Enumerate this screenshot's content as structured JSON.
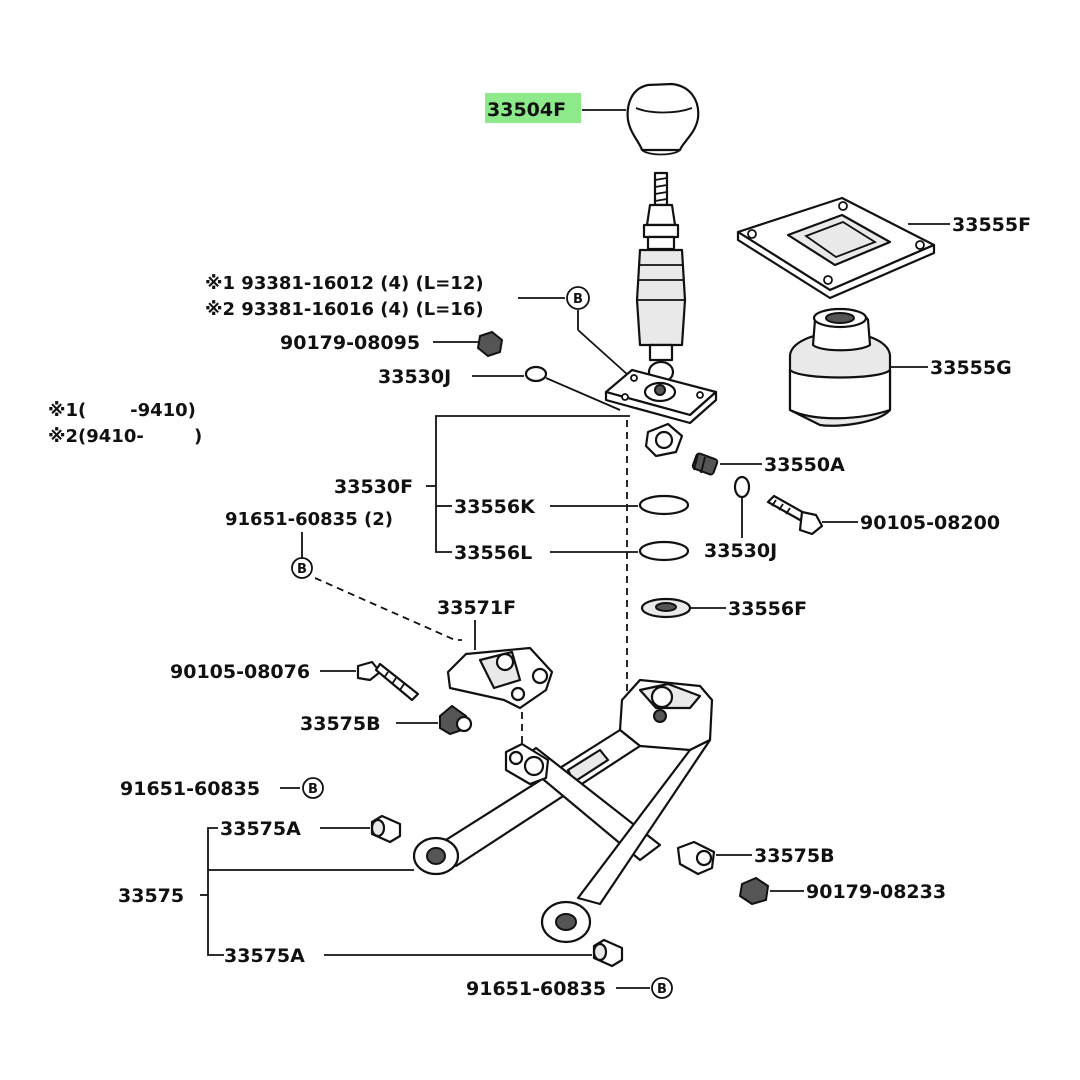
{
  "parts": {
    "knob": "33504F",
    "plate": "33555F",
    "boot": "33555G",
    "oring_upper": "33530J",
    "lever_assy": "33530F",
    "seat_k": "33556K",
    "seat_l": "33556L",
    "spring": "33550A",
    "oring_lower": "33530J",
    "bolt_right": "90105-08200",
    "nut_upper": "90179-08095",
    "washer": "33556F",
    "retainer": "33571F",
    "bolt_left": "90105-08076",
    "bush_b_left": "33575B",
    "bush_a_upper": "33575A",
    "bracket": "33575",
    "bush_a_lower": "33575A",
    "bush_b_right": "33575B",
    "nut_lower": "90179-08233",
    "clip_upper": "91651-60835 (2)",
    "clip_mid": "91651-60835",
    "clip_lower": "91651-60835"
  },
  "screws": {
    "line1": "※1 93381-16012 (4) (L=12)",
    "line2": "※2 93381-16016 (4) (L=16)"
  },
  "notes": {
    "line1": "※1(       -9410)",
    "line2": "※2(9410-        )"
  },
  "circle_marker": "B",
  "colors": {
    "highlight": "#8dea8b",
    "ink": "#111111",
    "background": "#ffffff"
  }
}
